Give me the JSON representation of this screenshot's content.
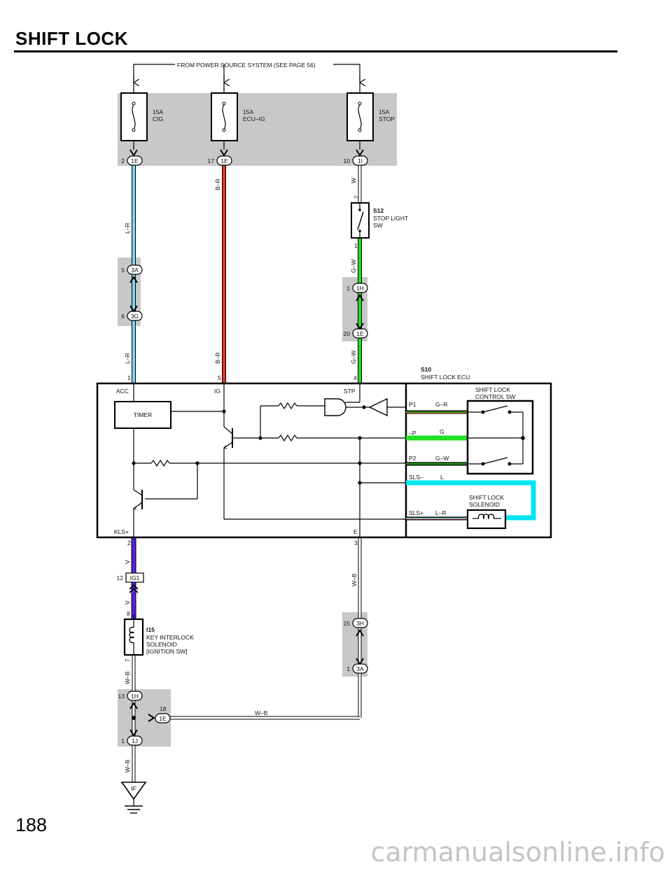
{
  "page": {
    "title": "SHIFT LOCK",
    "page_number": "188",
    "watermark": "carmanualsonline.info"
  },
  "diagram": {
    "power_source_note": "FROM POWER SOURCE SYSTEM (SEE PAGE 56)",
    "fuses": [
      {
        "amps": "15A",
        "name": "CIG"
      },
      {
        "amps": "15A",
        "name": "ECU–IG"
      },
      {
        "amps": "15A",
        "name": "STOP"
      }
    ],
    "connectors": {
      "c_cig_top": {
        "pin": "2",
        "id": "1E"
      },
      "c_ecu_top": {
        "pin": "17",
        "id": "1E"
      },
      "c_stop_top": {
        "pin": "10",
        "id": "1I"
      },
      "c_3a_left": {
        "pin": "5",
        "id": "3A"
      },
      "c_3g": {
        "pin": "6",
        "id": "3G"
      },
      "c_1h_stop": {
        "pin": "1",
        "id": "1H"
      },
      "c_1e_stop": {
        "pin": "20",
        "id": "1E"
      },
      "c_ig1": {
        "pin": "12",
        "id": "IG1"
      },
      "c_3h": {
        "pin": "15",
        "id": "3H"
      },
      "c_3a_right": {
        "pin": "1",
        "id": "3A"
      },
      "c_1h_bottom": {
        "pin": "13",
        "id": "1H"
      },
      "c_1e_bottom": {
        "pin": "18",
        "id": "1E"
      },
      "c_1j": {
        "pin": "1",
        "id": "1J"
      }
    },
    "wire_colors": {
      "lr_a": "L–R",
      "lr_b": "L–R",
      "br_a": "B–R",
      "br_b": "B–R",
      "w_stop": "W",
      "gw_a": "G–W",
      "gw_b": "G–W",
      "v_a": "V",
      "v_b": "V",
      "wb_right": "W–B",
      "wb_left": "W–B",
      "wb_horiz": "W–B",
      "wb_ground": "W–B"
    },
    "pins": {
      "stop_sw_top": "2",
      "stop_sw_bottom": "1",
      "ecu_acc": "1",
      "ecu_ig": "5",
      "ecu_stp": "4",
      "ecu_kls": "2",
      "ecu_e": "3",
      "sol_top": "8",
      "sol_bottom": "7"
    },
    "stop_light_sw": {
      "code": "S12",
      "name1": "STOP LIGHT",
      "name2": "SW"
    },
    "ecu": {
      "code": "S10",
      "name": "SHIFT LOCK ECU",
      "terminals": {
        "acc": "ACC",
        "ig": "IG",
        "stp": "STP",
        "kls": "KLS+",
        "e": "E"
      },
      "timer": "TIMER",
      "control_sw": {
        "name1": "SHIFT LOCK",
        "name2": "CONTROL SW"
      },
      "solenoid": {
        "name1": "SHIFT LOCK",
        "name2": "SOLENOID"
      },
      "rows": [
        {
          "pin": "P1",
          "color": "G–R"
        },
        {
          "pin": "–P",
          "color": "G"
        },
        {
          "pin": "P2",
          "color": "G–W"
        },
        {
          "pin": "SLS–",
          "color": "L"
        },
        {
          "pin": "SLS+",
          "color": "L–R"
        }
      ]
    },
    "key_interlock": {
      "code": "I15",
      "line1": "KEY INTERLOCK",
      "line2": "SOLENOID",
      "line3": "[IGNITION SW]"
    },
    "ground": "IF",
    "wire_hex": {
      "light_blue": "#7fd6ee",
      "red": "#e8331f",
      "green": "#22e022",
      "cyan": "#00e5f0",
      "violet": "#5a1ee6",
      "shade": "#c8c8c8"
    }
  }
}
